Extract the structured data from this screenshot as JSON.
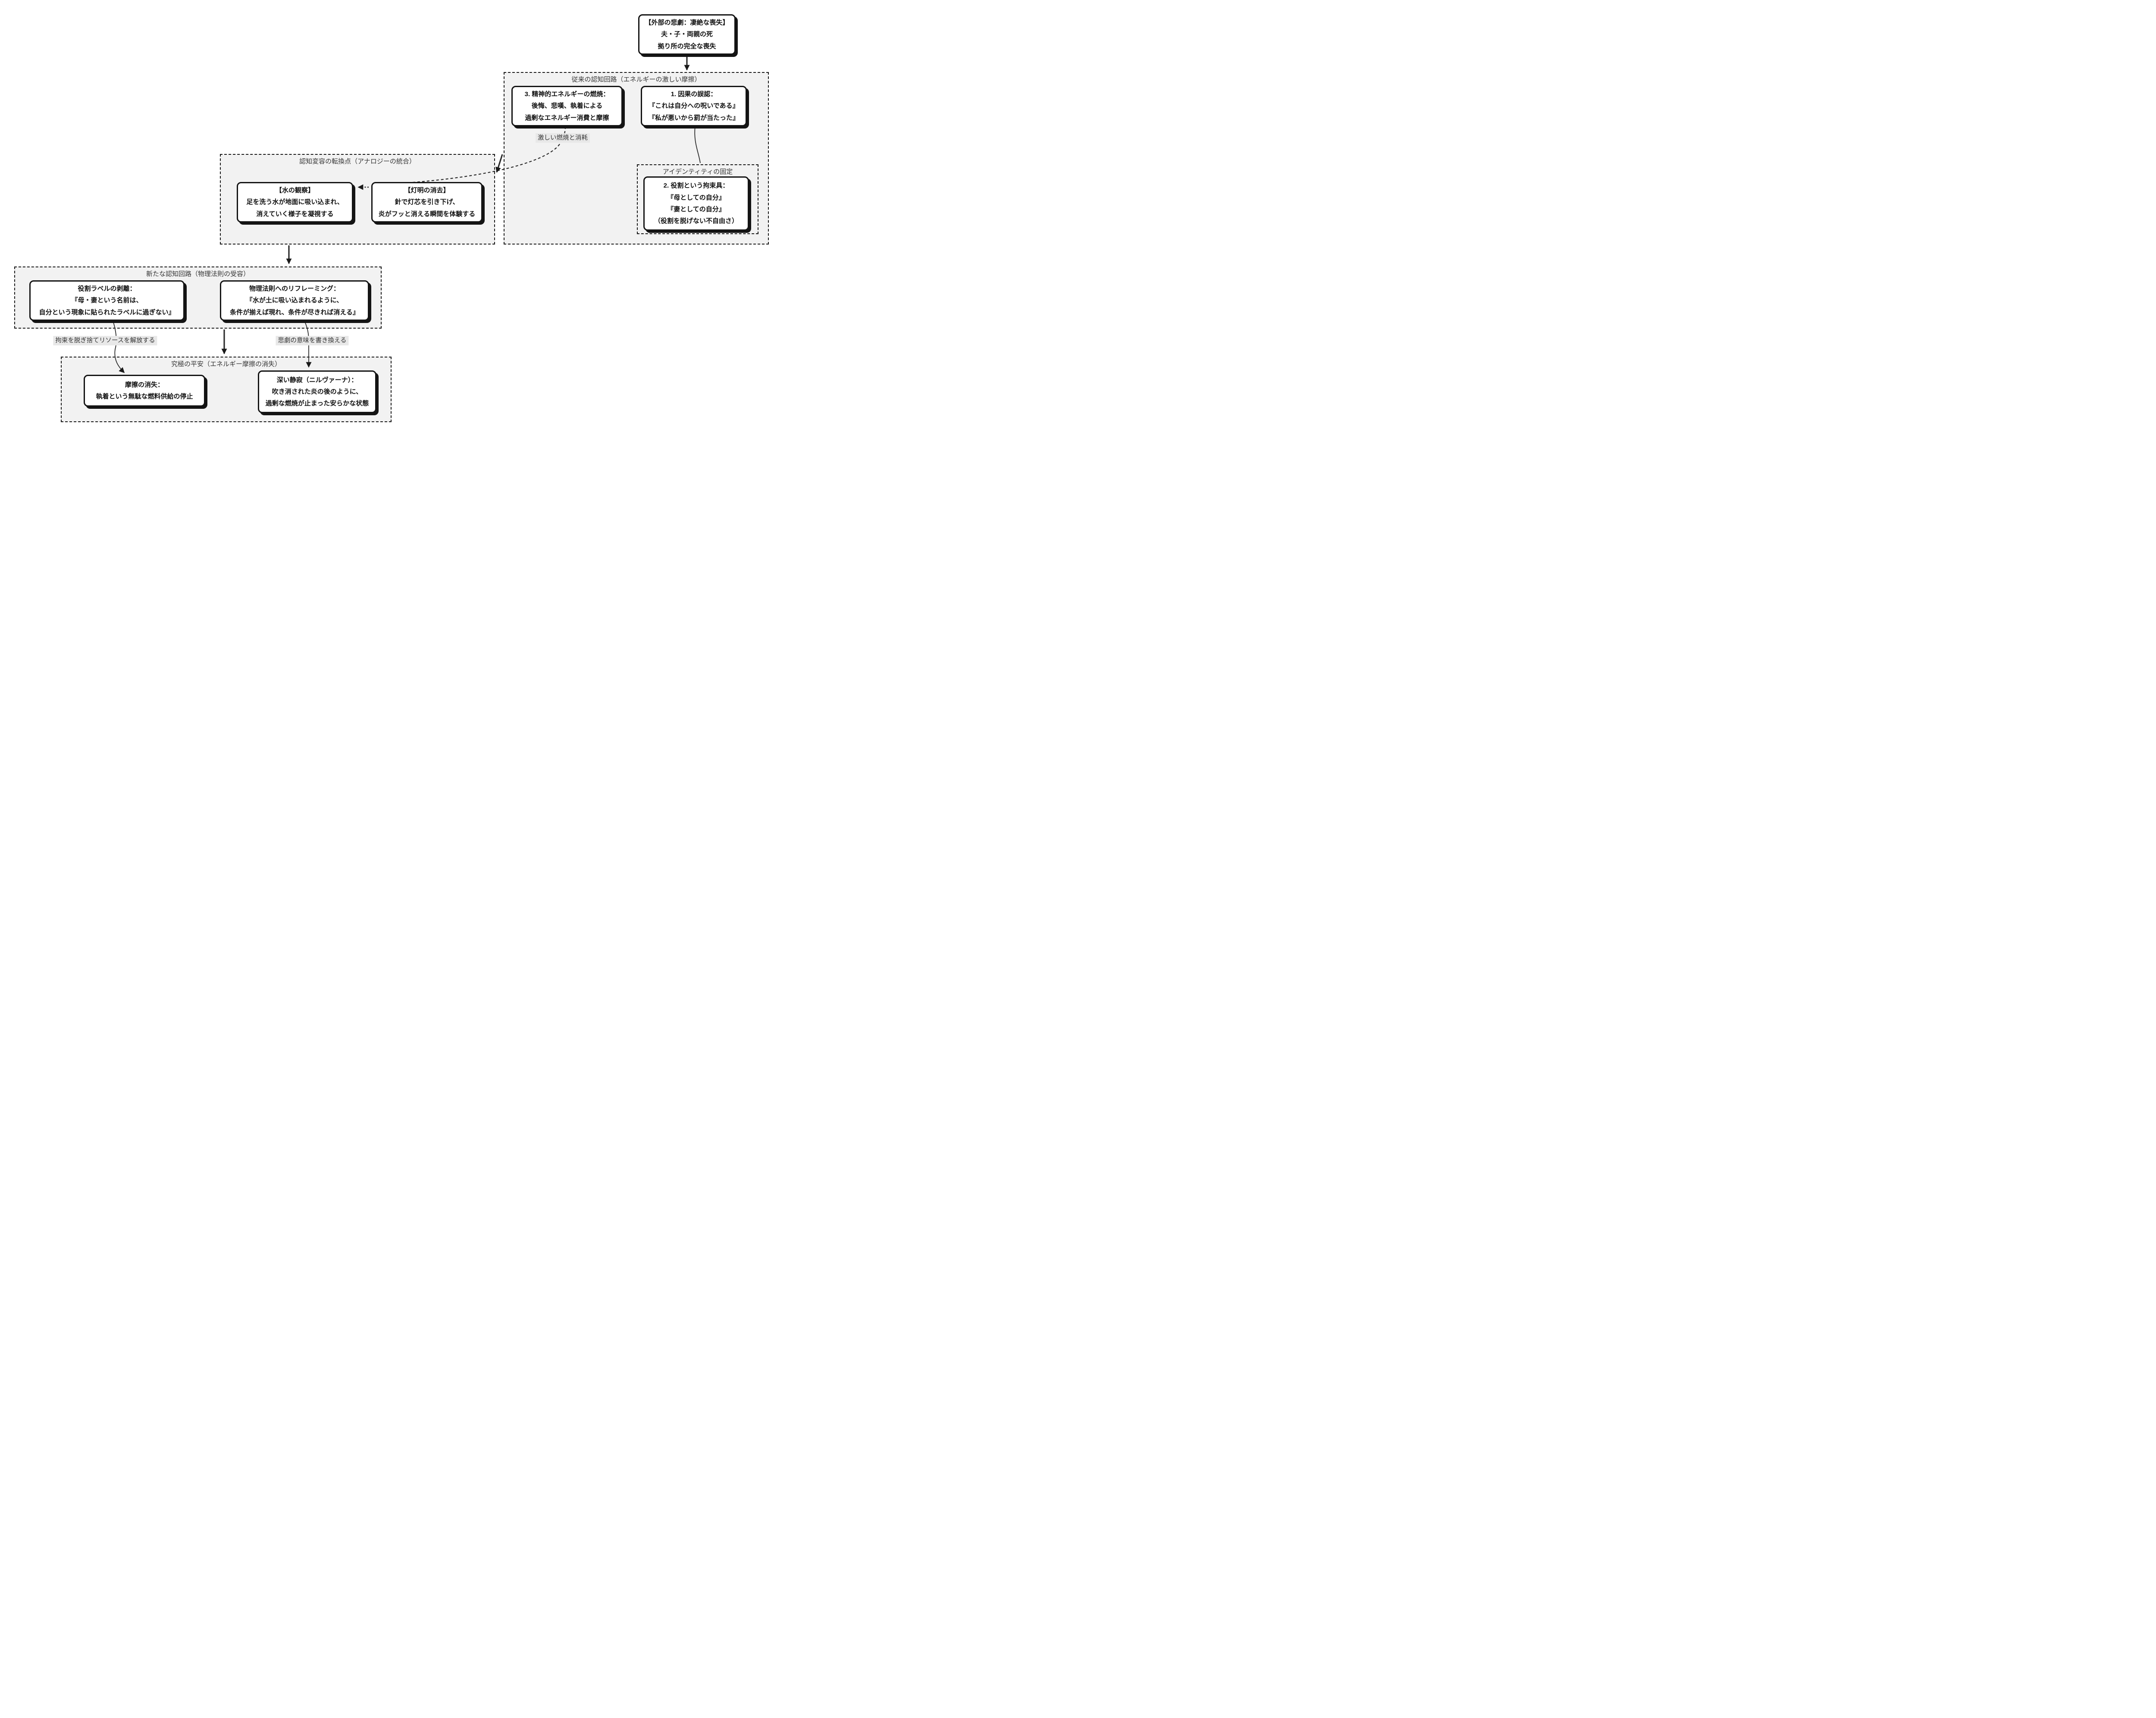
{
  "diagram": {
    "type": "flowchart",
    "background_color": "#ffffff",
    "container_fill_color": "#f2f2f2",
    "node_fill_color": "#ffffff",
    "line_color": "#2b2b2b",
    "border_color": "#141414",
    "edge_label_bg_color": "#e8e8e8"
  },
  "containers": {
    "conventional_circuit": {
      "label": "従来の認知回路（エネルギーの激しい摩擦）"
    },
    "identity_fixation": {
      "label": "アイデンティティの固定"
    },
    "turning_point": {
      "label": "認知変容の転換点（アナロジーの統合）"
    },
    "new_circuit": {
      "label": "新たな認知回路（物理法則の受容）"
    },
    "ultimate_peace": {
      "label": "究極の平安（エネルギー摩擦の消失）"
    }
  },
  "nodes": {
    "external_tragedy": {
      "lines": [
        "【外部の悲劇：凄絶な喪失】",
        "夫・子・両親の死",
        "拠り所の完全な喪失"
      ]
    },
    "causal_misattribution": {
      "lines": [
        "1. 因果の誤認：",
        "『これは自分への呪いである』",
        "『私が悪いから罰が当たった』"
      ]
    },
    "mental_energy_burning": {
      "lines": [
        "3. 精神的エネルギーの燃焼：",
        "後悔、悲嘆、執着による",
        "過剰なエネルギー消費と摩擦"
      ]
    },
    "role_restraint": {
      "lines": [
        "2. 役割という拘束具：",
        "『母としての自分』",
        "『妻としての自分』",
        "（役割を脱げない不自由さ）"
      ]
    },
    "water_observation": {
      "lines": [
        "【水の観察】",
        "足を洗う水が地面に吸い込まれ、",
        "消えていく様子を凝視する"
      ]
    },
    "lamp_extinguishing": {
      "lines": [
        "【灯明の消去】",
        "針で灯芯を引き下げ、",
        "炎がフッと消える瞬間を体験する"
      ]
    },
    "role_label_removal": {
      "lines": [
        "役割ラベルの剥離：",
        "『母・妻という名前は、",
        "自分という現象に貼られたラベルに過ぎない』"
      ]
    },
    "physics_reframing": {
      "lines": [
        "物理法則へのリフレーミング：",
        "『水が土に吸い込まれるように、",
        "条件が揃えば現れ、条件が尽きれば消える』"
      ]
    },
    "friction_disappearance": {
      "lines": [
        "摩擦の消失：",
        "執着という無駄な燃料供給の停止"
      ]
    },
    "deep_stillness": {
      "lines": [
        "深い静寂（ニルヴァーナ）：",
        "吹き消された炎の後のように、",
        "過剰な燃焼が止まった安らかな状態"
      ]
    }
  },
  "edge_labels": {
    "intense_burning": "激しい燃焼と消耗",
    "release_resources": "拘束を脱ぎ捨てリソースを解放する",
    "rewrite_meaning": "悲劇の意味を書き換える"
  }
}
